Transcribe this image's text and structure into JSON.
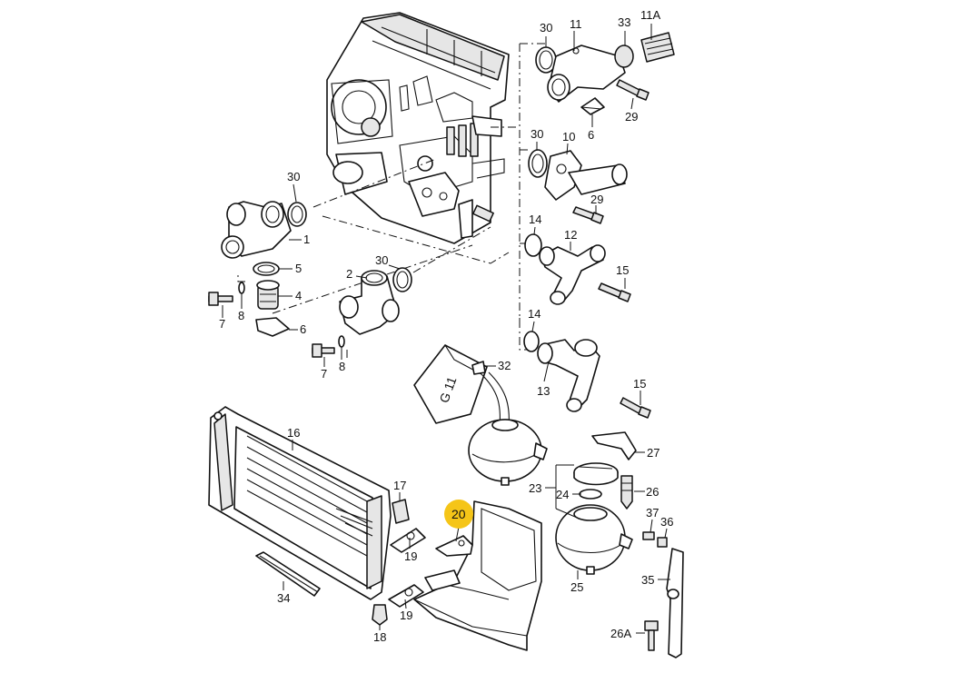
{
  "colors": {
    "highlight": "#F5C518",
    "line": "#111111",
    "background": "#ffffff"
  },
  "highlighted_part": "20",
  "callouts": {
    "c30a": "30",
    "c11": "11",
    "c33": "33",
    "c11A": "11A",
    "c29a": "29",
    "c6a": "6",
    "c30b": "30",
    "c10": "10",
    "c29b": "29",
    "c30c": "30",
    "c1": "1",
    "c5": "5",
    "c4": "4",
    "c6b": "6",
    "c7a": "7",
    "c8a": "8",
    "c2": "2",
    "c30d": "30",
    "c7b": "7",
    "c8b": "8",
    "c14a": "14",
    "c12": "12",
    "c15a": "15",
    "c14b": "14",
    "c13": "13",
    "c15b": "15",
    "c32": "32",
    "c27": "27",
    "c23": "23",
    "c24": "24",
    "c26": "26",
    "c37": "37",
    "c36": "36",
    "c35": "35",
    "c25": "25",
    "c26A": "26A",
    "c16": "16",
    "c17": "17",
    "c19a": "19",
    "c19b": "19",
    "c20": "20",
    "c34": "34",
    "c18": "18"
  },
  "box_label": "G 11"
}
